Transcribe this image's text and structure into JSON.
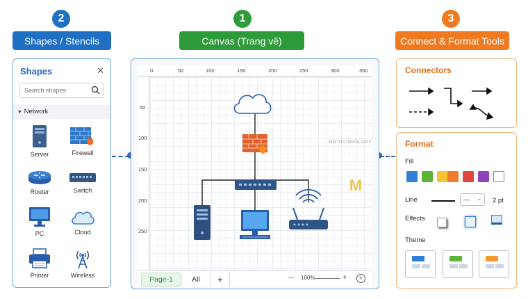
{
  "badges": {
    "panel2_number": "2",
    "panel1_number": "1",
    "panel3_number": "3"
  },
  "titles": {
    "shapes_stencils": "Shapes / Stencils",
    "canvas": "Canvas (Trang vẽ)",
    "connect_format": "Connect & Format Tools"
  },
  "colors": {
    "blue": "#1f6fc4",
    "green": "#2e9b3a",
    "orange": "#ef7a1f"
  },
  "shapes_panel": {
    "title": "Shapes",
    "close": "✕",
    "search_placeholder": "Search shapes",
    "category": "Network",
    "items": [
      {
        "label": "Server",
        "icon": "server-icon"
      },
      {
        "label": "Firewall",
        "icon": "firewall-icon"
      },
      {
        "label": "Router",
        "icon": "router-icon"
      },
      {
        "label": "Switch",
        "icon": "switch-icon"
      },
      {
        "label": "PC",
        "icon": "pc-icon"
      },
      {
        "label": "Cloud",
        "icon": "cloud-icon"
      },
      {
        "label": "Printer",
        "icon": "printer-icon"
      },
      {
        "label": "Wireless",
        "icon": "wireless-tower-icon"
      }
    ]
  },
  "canvas": {
    "ruler_top": [
      "0",
      "50",
      "100",
      "150",
      "200",
      "250",
      "300",
      "350"
    ],
    "ruler_left": [
      "50",
      "100",
      "150",
      "200",
      "250"
    ],
    "watermark_line1": "M",
    "watermark_line2": "MM TECHNOLOGY",
    "tabs": [
      "Page-1",
      "All",
      "+"
    ],
    "zoom_label": "100%",
    "zoom_minus": "—",
    "zoom_plus": "+"
  },
  "connectors_panel": {
    "title": "Connectors"
  },
  "format_panel": {
    "title": "Format",
    "fill_label": "Fill",
    "fill_colors": [
      "#2f7fd8",
      "#5cb335",
      "#f6c335",
      "#f07a2e",
      "#e0463c",
      "#8e44b8",
      "#ffffff"
    ],
    "line_label": "Line",
    "line_select": "—",
    "line_weight": "2 pt",
    "effects_label": "Effects",
    "theme_label": "Theme",
    "theme_colors": [
      "#2f7fd8",
      "#5cb335",
      "#f39a2e"
    ]
  }
}
